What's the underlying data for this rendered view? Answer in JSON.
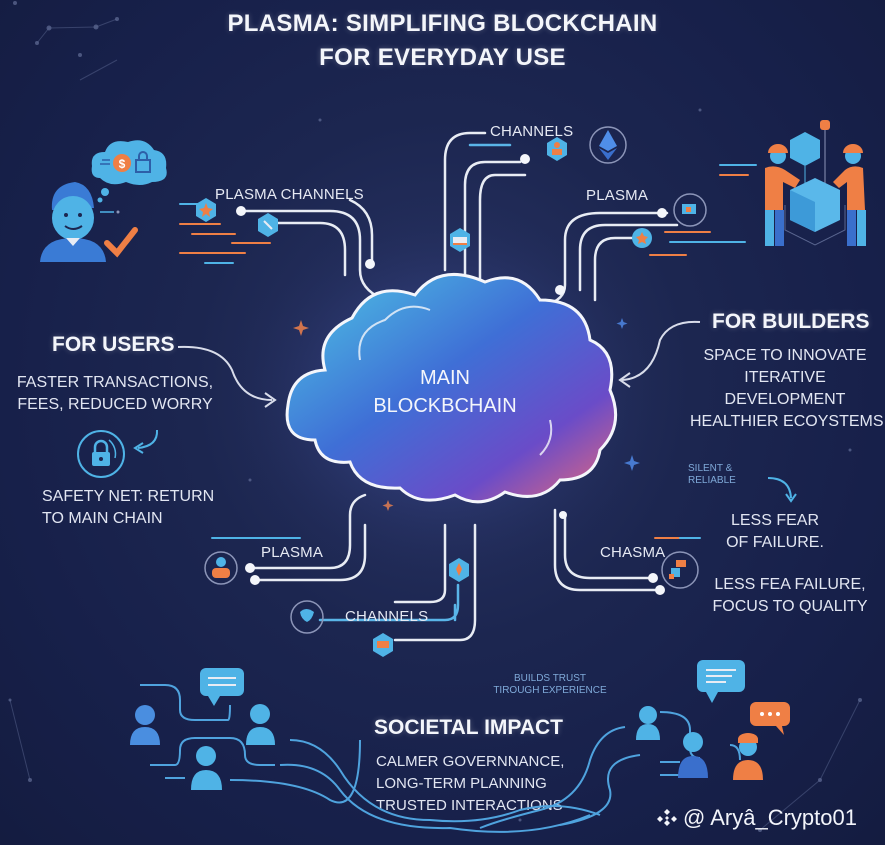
{
  "title": {
    "line1": "PLASMA: SIMPLIFING BLOCKCHAIN",
    "line2": "FOR EVERYDAY USE"
  },
  "center": {
    "line1": "MAIN",
    "line2": "BLOCKBCHAIN"
  },
  "channel_labels": {
    "top_left": "PLASMA CHANNELS",
    "top_center": "CHANNELS",
    "top_right": "PLASMA",
    "bottom_left": "PLASMA",
    "bottom_center": "CHANNELS",
    "bottom_right": "CHASMA"
  },
  "users": {
    "heading": "FOR USERS",
    "benefits": [
      "FASTER TRANSACTIONS,",
      "FEES, REDUCED WORRY"
    ],
    "safety": [
      "SAFETY NET: RETURN",
      "TO MAIN CHAIN"
    ]
  },
  "builders": {
    "heading": "FOR BUILDERS",
    "points": [
      "SPACE TO INNOVATE",
      "ITERATIVE",
      "DEVELOPMENT",
      "HEALTHIER ECOYSTEMS"
    ],
    "note": [
      "SILENT &",
      "RELIABLE"
    ],
    "fear": [
      "LESS FEAR",
      "OF FAILURE."
    ],
    "quality": [
      "LESS FEA FAILURE,",
      "FOCUS TO QUALITY"
    ]
  },
  "societal": {
    "note": [
      "BUILDS TRUST",
      "TIROUGH EXPERIENCE"
    ],
    "heading": "SOCIETAL IMPACT",
    "points": [
      "CALMER GOVERNNANCE,",
      "LONG-TERM PLANNING",
      "TRUSTED INTERACTIONS"
    ]
  },
  "watermark": "@ Aryâ_Crypto01",
  "icons": {
    "user_avatar": "user-avatar-icon",
    "thought_cloud": "thought-cloud-icon",
    "dollar": "dollar-coin-icon",
    "lock": "padlock-icon",
    "check": "checkmark-icon",
    "builders": "builders-cube-icon",
    "ethereum": "ethereum-icon",
    "safety_lock": "safety-lock-icon",
    "chat": "chat-bubble-icon",
    "binance": "binance-logo-icon"
  },
  "colors": {
    "background": "#17204a",
    "accent_blue": "#4fb3e6",
    "accent_orange": "#ef7f45",
    "cloud_top": "#4ec3e0",
    "cloud_bottom": "#e0607a",
    "text": "#f2f4fa"
  }
}
